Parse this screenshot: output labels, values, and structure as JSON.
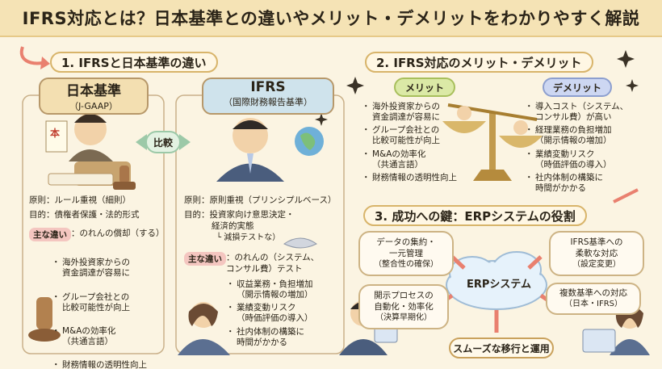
{
  "title": "IFRS対応とは？日本基準との違いやメリット・デメリットをわかりやすく解説",
  "section1": {
    "heading": "1. IFRSと日本基準の違い",
    "compare_label": "比較",
    "japan": {
      "title": "日本基準",
      "subtitle": "（J-GAAP）",
      "principle": "原則：ルール重視（細則）",
      "purpose": "目的：債権者保護・法的形式",
      "key_diff_tag": "主な違い",
      "key_diff_text": "：のれんの償却（する）",
      "bullets": [
        "海外投資家からの\n資金調達が容易に",
        "グループ会社との\n比較可能性が向上",
        "M&Aの効率化\n（共通言語）",
        "財務情報の透明性向上"
      ],
      "stamp_char": "本"
    },
    "ifrs": {
      "title": "IFRS",
      "subtitle": "（国際財務報告基準）",
      "principle": "原則：原則重視（プリンシプルベース）",
      "purpose_1": "目的：投資家向け意思決定・",
      "purpose_2": "経済的実態",
      "purpose_3": "└ 減損テストな）",
      "key_diff_tag": "主な違い",
      "key_diff_text": "：のれんの（システム、\nコンサル費）テスト",
      "bullets": [
        "収益業務・負担増加\n（開示情報の増加）",
        "業績変動リスク\n（時価評価の導入）",
        "社内体制の構築に\n時間がかかる"
      ]
    }
  },
  "section2": {
    "heading": "2. IFRS対応のメリット・デメリット",
    "merit_label": "メリット",
    "demerit_label": "デメリット",
    "merits": [
      "海外投資家からの\n資金調達が容易に",
      "グループ会社との\n比較可能性が向上",
      "M&Aの効率化\n（共通言語）",
      "財務情報の透明性向上"
    ],
    "demerits": [
      "導入コスト（システム、\nコンサル費）が高い",
      "経理業務の負担増加\n（開示情報の増加）",
      "業績変動リスク\n（時価評価の導入）",
      "社内体制の構築に\n時間がかかる"
    ]
  },
  "section3": {
    "heading": "3. 成功への鍵：ERPシステムの役割",
    "center_label": "ERPシステム",
    "cards": [
      {
        "title": "データの集約・\n一元管理",
        "sub": "（整合性の確保）"
      },
      {
        "title": "IFRS基準への\n柔軟な対応",
        "sub": "（設定変更）"
      },
      {
        "title": "開示プロセスの\n自動化・効率化",
        "sub": "（決算早期化）"
      },
      {
        "title": "複数基準への対応",
        "sub": "（日本・IFRS）"
      }
    ],
    "bottom_label": "スムーズな移行と運用"
  },
  "colors": {
    "accent_gold": "#d8b46a",
    "japan_header": "#f3dfb1",
    "ifrs_header": "#cfe3ec",
    "merit_green": "#dbe9a6",
    "demerit_blue": "#cdd7f2",
    "key_tag": "#f4c6c0",
    "arrow_red": "#e9806f"
  }
}
